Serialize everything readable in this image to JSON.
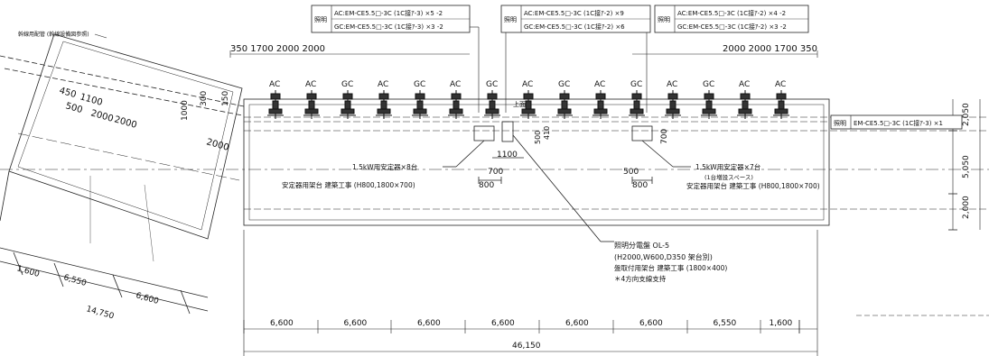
{
  "top_notes": {
    "left_box": {
      "label": "照明",
      "line1": "AC:EM-CE5.5□-3C (1C接ｱ-3)  ×5 -2",
      "line2": "GC:EM-CE5.5□-3C (1C接ｱ-3)  ×3 -2"
    },
    "mid_box": {
      "label": "照明",
      "line1": "AC:EM-CE5.5□-3C (1C接ｱ-2)  ×9",
      "line2": "GC:EM-CE5.5□-3C (1C接ｱ-2)  ×6"
    },
    "right_box": {
      "label": "照明",
      "line1": "AC:EM-CE5.5□-3C (1C接ｱ-2)  ×4 -2",
      "line2": "GC:EM-CE5.5□-3C (1C接ｱ-2)  ×3 -2"
    }
  },
  "side_note": {
    "label": "照明",
    "text": "EM-CE5.5□-3C (1C接ｱ-3)  ×1"
  },
  "trunk_label": "幹線用配管 (幹線設備図参照)",
  "top_dims_left": "350 1700 2000 2000",
  "top_dims_right": "2000 2000 1700 350",
  "lamp_labels": [
    "AC",
    "AC",
    "GC",
    "AC",
    "GC",
    "AC",
    "GC",
    "AC",
    "GC",
    "AC",
    "GC",
    "AC",
    "GC",
    "AC",
    "AC"
  ],
  "left_dims": {
    "d450": "450",
    "d1100": "1100",
    "d500": "500",
    "d2000a": "2000",
    "d2000b": "2000",
    "d2000c": "2000",
    "d1000": "1000",
    "d300": "300",
    "d150": "150"
  },
  "center_marks": {
    "kamisaki": "上面",
    "d500": "500",
    "d410": "410",
    "d1100": "1100",
    "d700a": "700",
    "d800a": "800",
    "d500b": "500",
    "d800b": "800",
    "d700b": "700"
  },
  "stabilizer_left": {
    "line1": "1.5kW用安定器×8台",
    "line2": "安定器用架台  建築工事 (H800,1800×700)"
  },
  "stabilizer_right": {
    "line1": "1.5kW用安定器×7台",
    "line2": "(1台増設スペース)",
    "line3": "安定器用架台  建築工事 (H800,1800×700)"
  },
  "panel_note": {
    "line1": "照明分電盤  OL-5",
    "line2": "(H2000,W600,D350  架台別)",
    "line3": "盤取付用架台  建築工事 (1800×400)",
    "line4": "＊4方向支線支持"
  },
  "right_dims": [
    "2,050",
    "5,050",
    "2,000"
  ],
  "left_bottom_dims": {
    "d1600": "1,600",
    "d6550": "6,550",
    "d6600": "6,600",
    "d14750": "14,750"
  },
  "bottom_dims": [
    "6,600",
    "6,600",
    "6,600",
    "6,600",
    "6,600",
    "6,600",
    "6,550",
    "1,600"
  ],
  "total_dim": "46,150"
}
